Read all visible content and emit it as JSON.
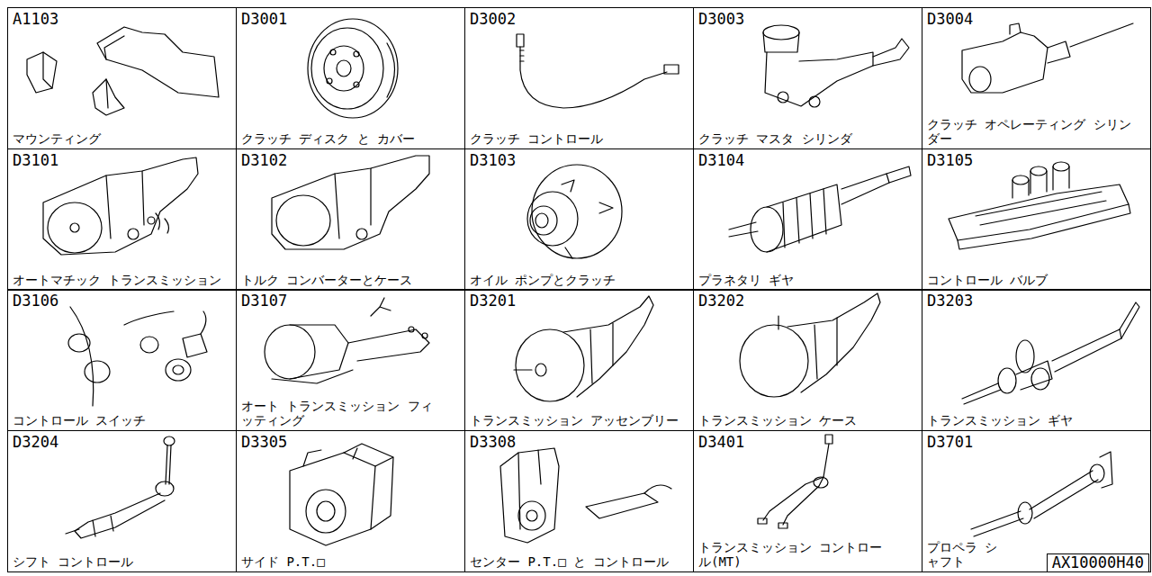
{
  "diagram": {
    "nodes": [
      {
        "text": [
          "A1103",
          "マウンティング"
        ]
      },
      {
        "text": [
          "D3001",
          "クラッチ ディスク と カバー"
        ]
      },
      {
        "text": [
          "D3002",
          "クラッチ コントロール"
        ]
      },
      {
        "text": [
          "D3003",
          "クラッチ マスタ シリンダ"
        ]
      },
      {
        "text": [
          "D3004",
          "クラッチ オペレーティング シリンダー"
        ]
      },
      {
        "text": [
          "D3101",
          "オートマチック トランスミッション"
        ]
      },
      {
        "text": [
          "D3102",
          "トルク コンバーターとケース"
        ]
      },
      {
        "text": [
          "D3103",
          "オイル ポンプとクラッチ"
        ]
      },
      {
        "text": [
          "D3104",
          "プラネタリ ギヤ"
        ]
      },
      {
        "text": [
          "D3105",
          "コントロール バルブ"
        ]
      },
      {
        "text": [
          "D3106",
          "コントロール スイッチ"
        ]
      },
      {
        "text": [
          "D3107",
          "オート トランスミッション フィッティング"
        ]
      },
      {
        "text": [
          "D3201",
          "トランスミッション アッセンブリー"
        ]
      },
      {
        "text": [
          "D3202",
          "トランスミッション ケース"
        ]
      },
      {
        "text": [
          "D3203",
          "トランスミッション ギヤ"
        ]
      },
      {
        "text": [
          "D3204",
          "シフト コントロール"
        ]
      },
      {
        "text": [
          "D3305",
          "サイド P.T.□"
        ]
      },
      {
        "text": [
          "D3308",
          "センター P.T.□ と コントロール"
        ]
      },
      {
        "text": [
          "D3401",
          "トランスミッション コントロール(MT)"
        ]
      },
      {
        "text": [
          "D3701",
          "プロペラ シャフト"
        ]
      }
    ],
    "labels": [
      "AX10000H40"
    ]
  }
}
